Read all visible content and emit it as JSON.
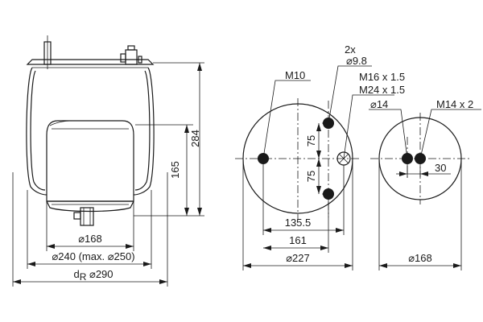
{
  "side_view": {
    "height_total": "284",
    "height_lower": "165",
    "dia_piston": "⌀168",
    "dia_bellow": "⌀240 (max. ⌀250)",
    "dia_roll_prefix": "d",
    "dia_roll_sub": "R",
    "dia_roll": "⌀290"
  },
  "top_plate": {
    "label_m10": "M10",
    "label_2x": "2x",
    "label_hole_dia": "⌀9.8",
    "label_m16": "M16 x 1.5",
    "label_m24": "M24 x 1.5",
    "dim_75_upper": "75",
    "dim_75_lower": "75",
    "dim_135": "135.5",
    "dim_161": "161",
    "dim_227": "⌀227"
  },
  "bottom_plate": {
    "label_dia14": "⌀14",
    "label_m14": "M14 x 2",
    "dim_30": "30",
    "dim_168": "⌀168"
  }
}
